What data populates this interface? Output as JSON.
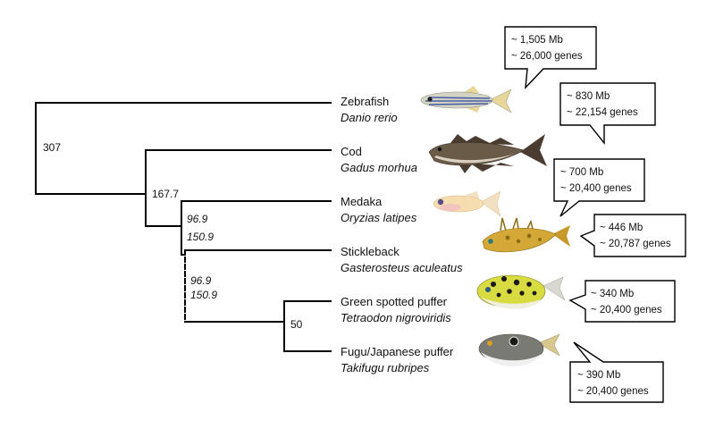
{
  "tree": {
    "root_age": "307",
    "node_percomorph": "167.7",
    "node_medaka": [
      "96.9",
      "150.9"
    ],
    "node_stickleback": [
      "96.9",
      "150.9"
    ],
    "node_puffers": "50"
  },
  "species": [
    {
      "common": "Zebrafish",
      "scientific": "Danio rerio",
      "genome": "~ 1,505 Mb",
      "genes": "~ 26,000 genes",
      "colors": {
        "body": "#d4d4c2",
        "stripe": "#4a5fa8",
        "fin": "#e8d69a"
      }
    },
    {
      "common": "Cod",
      "scientific": "Gadus morhua",
      "genome": "~ 830 Mb",
      "genes": "~ 22,154 genes",
      "colors": {
        "body": "#6a5a48",
        "belly": "#d8d0c0",
        "fin": "#4a3c30"
      }
    },
    {
      "common": "Medaka",
      "scientific": "Oryzias latipes",
      "genome": "~ 700 Mb",
      "genes": "~ 20,400 genes",
      "colors": {
        "body": "#f6ddb0",
        "belly": "#f2c4c0",
        "fin": "#f2e0c0"
      }
    },
    {
      "common": "Stickleback",
      "scientific": "Gasterosteus aculeatus",
      "genome": "~ 446 Mb",
      "genes": "~ 20,787 genes",
      "colors": {
        "body": "#d4a836",
        "spot": "#8a6a14",
        "fin": "#c89a2c"
      }
    },
    {
      "common": "Green spotted puffer",
      "scientific": "Tetraodon nigroviridis",
      "genome": "~ 340 Mb",
      "genes": "~ 20,400 genes",
      "colors": {
        "body": "#d8dc40",
        "spot": "#1a1a1a",
        "belly": "#f0f0e0"
      }
    },
    {
      "common": "Fugu/Japanese puffer",
      "scientific": "Takifugu rubripes",
      "genome": "~ 390 Mb",
      "genes": "~ 20,400 genes",
      "colors": {
        "body": "#7a7a74",
        "belly": "#f0f0f0",
        "fin": "#d8c890"
      }
    }
  ]
}
